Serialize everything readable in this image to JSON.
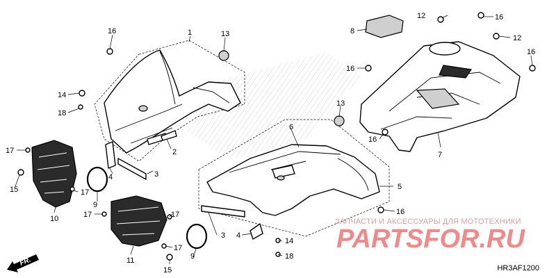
{
  "callouts": {
    "c1": "1",
    "c2": "2",
    "c3a": "3",
    "c3b": "3",
    "c4a": "4",
    "c4b": "4",
    "c5": "5",
    "c6": "6",
    "c7": "7",
    "c8": "8",
    "c9a": "9",
    "c9b": "9",
    "c10": "10",
    "c11": "11",
    "c12a": "12",
    "c12b": "12",
    "c13a": "13",
    "c13b": "13",
    "c14a": "14",
    "c14b": "14",
    "c15a": "15",
    "c15b": "15",
    "c16a": "16",
    "c16b": "16",
    "c16c": "16",
    "c16d": "16",
    "c16e": "16",
    "c16f": "16",
    "c17a": "17",
    "c17b": "17",
    "c17c": "17",
    "c17d": "17",
    "c17e": "17",
    "c18a": "18",
    "c18b": "18"
  },
  "direction_label": "FR.",
  "watermark": {
    "tagline": "ЗАПЧАСТИ И АКСЕССУАРЫ ДЛЯ МОТОТЕХНИКИ",
    "logo": "PARTSFOR.RU"
  },
  "ref_code": "HR3AF1200",
  "colors": {
    "watermark": "#ef8a8a",
    "line": "#000000",
    "background": "#ffffff"
  }
}
